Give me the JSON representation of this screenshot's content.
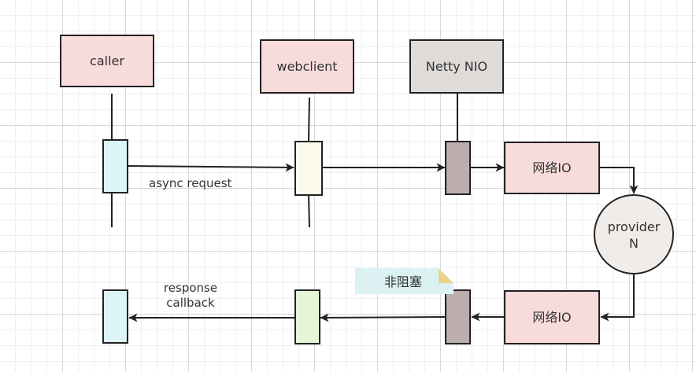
{
  "nodes": {
    "caller": {
      "label": "caller",
      "fill": "#f8dcdb"
    },
    "webclient": {
      "label": "webclient",
      "fill": "#f8dcdb"
    },
    "netty": {
      "label": "Netty NIO",
      "fill": "#dedbd9"
    },
    "network_io_top": {
      "label": "网络IO",
      "fill": "#f8dcdb"
    },
    "network_io_bottom": {
      "label": "网络IO",
      "fill": "#f8dcdb"
    },
    "provider": {
      "line1": "provider",
      "line2": "N",
      "fill": "#f0ecea"
    }
  },
  "activations": {
    "caller_top_fill": "#dcf4f5",
    "webclient_top_fill": "#fdf9ec",
    "netty_fill": "#bbaeac",
    "caller_bottom_fill": "#dcf4f5",
    "webclient_bottom_fill": "#e4f5d8"
  },
  "edge_labels": {
    "async_request": "async request",
    "response_line1": "response",
    "response_line2": "callback"
  },
  "note": {
    "text": "非阻塞",
    "fill": "#dbf1f2",
    "fold_fill": "#e8d38e"
  },
  "colors": {
    "stroke": "#222222",
    "text": "#333333"
  }
}
